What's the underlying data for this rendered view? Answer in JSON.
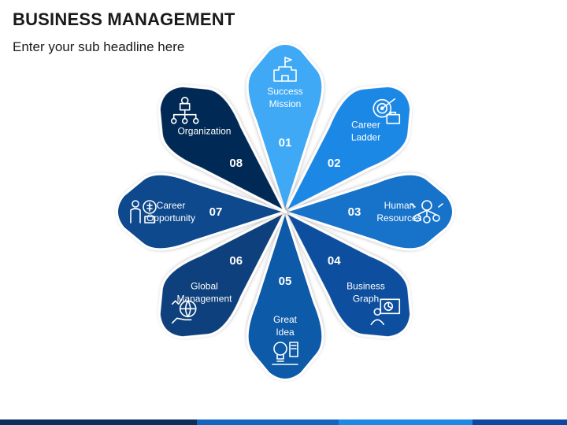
{
  "header": {
    "title": "BUSINESS MANAGEMENT",
    "subtitle": "Enter your sub headline here"
  },
  "petals": [
    {
      "number": "01",
      "label_lines": [
        "Success",
        "Mission"
      ],
      "color": "#3FA9F5",
      "icon": "castle-flag-icon"
    },
    {
      "number": "02",
      "label_lines": [
        "Career",
        "Ladder"
      ],
      "color": "#1E88E5",
      "icon": "target-briefcase-icon"
    },
    {
      "number": "03",
      "label_lines": [
        "Human",
        "Resources"
      ],
      "color": "#1673C9",
      "icon": "people-network-icon"
    },
    {
      "number": "04",
      "label_lines": [
        "Business",
        "Graph"
      ],
      "color": "#0E4F9E",
      "icon": "presentation-board-icon"
    },
    {
      "number": "05",
      "label_lines": [
        "Great",
        "Idea"
      ],
      "color": "#0F5AA8",
      "icon": "lightbulb-idea-icon"
    },
    {
      "number": "06",
      "label_lines": [
        "Global",
        "Management"
      ],
      "color": "#0B3F7C",
      "icon": "globe-hand-icon"
    },
    {
      "number": "07",
      "label_lines": [
        "Career",
        "Opportunity"
      ],
      "color": "#0D4A8C",
      "icon": "person-coin-icon"
    },
    {
      "number": "08",
      "label_lines": [
        "Organization"
      ],
      "color": "#062A55",
      "icon": "org-chart-icon"
    }
  ],
  "footer": {
    "colors": [
      "#0B2E5C",
      "#1565C0",
      "#1E88E5",
      "#0D47A1"
    ]
  }
}
